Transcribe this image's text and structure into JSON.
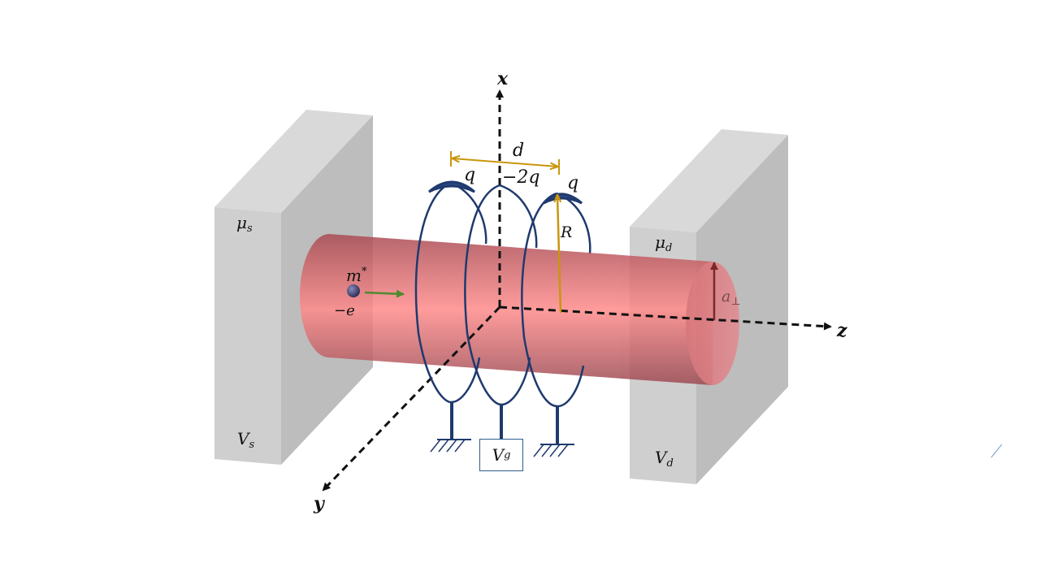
{
  "axes": {
    "x": "x",
    "y": "y",
    "z": "z"
  },
  "source": {
    "mu": "μ",
    "mu_sub": "s",
    "v": "V",
    "v_sub": "s"
  },
  "drain": {
    "mu": "μ",
    "mu_sub": "d",
    "v": "V",
    "v_sub": "d"
  },
  "particle": {
    "mass": "m",
    "mass_sup": "*",
    "charge": "−e"
  },
  "gate": {
    "left_charge": "q",
    "center_charge": "−2q",
    "right_charge": "q",
    "spacing": "d",
    "radius": "R",
    "voltage": "V",
    "voltage_sub": "g"
  },
  "wire": {
    "radius": "a",
    "radius_sub": "⊥"
  },
  "colors": {
    "electrode": "#c4c4c4",
    "wire": "#ff8a8a",
    "ring": "#1f3a6e",
    "dimension": "#c9960c",
    "arrow": "#4f8a2e"
  }
}
